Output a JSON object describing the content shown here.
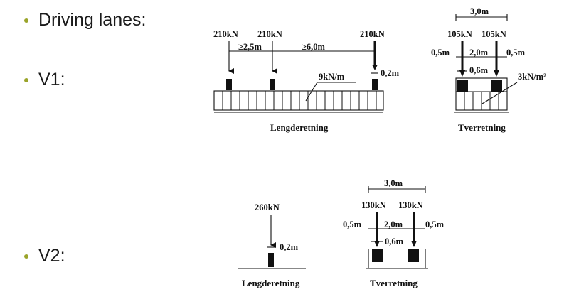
{
  "bullets": {
    "driving_lanes": "Driving lanes:",
    "v1": "V1:",
    "v2": "V2:"
  },
  "bullet_color": "#9aa42a",
  "v1_long": {
    "load1": "210kN",
    "load2": "210kN",
    "load3": "210kN",
    "spacing1": "≥2,5m",
    "spacing2": "≥6,0m",
    "contact": "0,2m",
    "distributed": "9kN/m",
    "caption": "Lengderetning"
  },
  "v1_trans": {
    "width": "3,0m",
    "load1": "105kN",
    "load2": "105kN",
    "edge_left": "0,5m",
    "axle": "2,0m",
    "edge_right": "0,5m",
    "wheel": "0,6m",
    "pressure": "3kN/m²",
    "caption": "Tverretning"
  },
  "v2_long": {
    "load": "260kN",
    "contact": "0,2m",
    "caption": "Lengderetning"
  },
  "v2_trans": {
    "width": "3,0m",
    "load1": "130kN",
    "load2": "130kN",
    "edge_left": "0,5m",
    "axle": "2,0m",
    "edge_right": "0,5m",
    "wheel": "0,6m",
    "caption": "Tverretning"
  }
}
